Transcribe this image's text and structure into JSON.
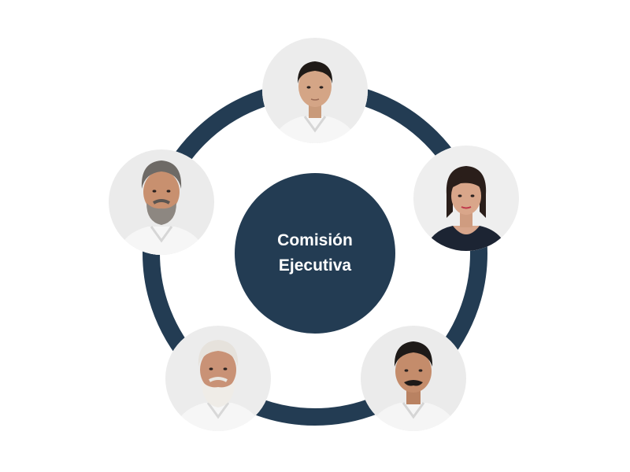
{
  "center": {
    "title": "Comisión Ejecutiva",
    "color": "#233c53"
  },
  "ring": {
    "color": "#233c53"
  },
  "members": [
    {
      "position": "top",
      "portrait": "young-man-portrait",
      "shirt": "white",
      "hair": "dark"
    },
    {
      "position": "right",
      "portrait": "woman-portrait",
      "shirt": "dark-navy",
      "hair": "dark"
    },
    {
      "position": "bottom-right",
      "portrait": "older-man-mustache-portrait",
      "shirt": "white",
      "hair": "dark"
    },
    {
      "position": "bottom-left",
      "portrait": "elderly-man-white-beard-portrait",
      "shirt": "white",
      "hair": "white"
    },
    {
      "position": "left",
      "portrait": "man-grey-beard-portrait",
      "shirt": "white",
      "hair": "grey"
    }
  ]
}
